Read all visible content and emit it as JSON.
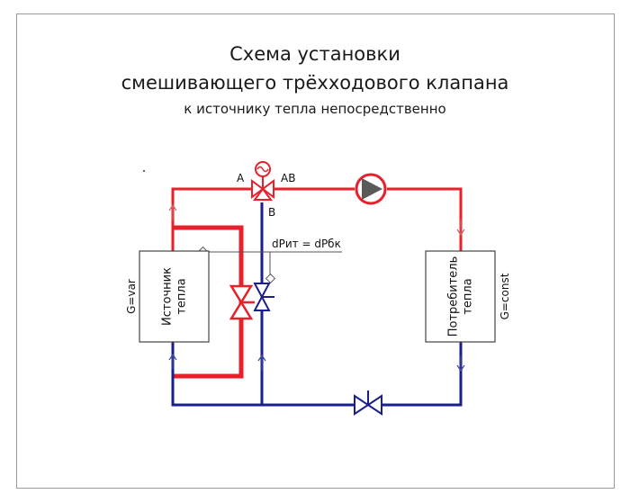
{
  "title": {
    "line1": "Схема установки",
    "line2": "смешивающего трёхходового клапана",
    "line3": "к источнику тепла непосредственно"
  },
  "source": {
    "name_line1": "Источник",
    "name_line2": "тепла",
    "flow_label": "G=var"
  },
  "consumer": {
    "name_line1": "Потребитель",
    "name_line2": "тепла",
    "flow_label": "G=const"
  },
  "valve": {
    "port_a": "A",
    "port_ab": "AB",
    "port_b": "B"
  },
  "pressure_label": "dPит = dPбк",
  "colors": {
    "supply": "#e8202a",
    "return": "#1a1f8c",
    "bypass": "#e8202a"
  },
  "icons": [
    "three-way-valve-icon",
    "actuator-icon",
    "pump-icon",
    "balancing-valve-icon",
    "shutoff-valve-icon",
    "flow-arrow-icon"
  ]
}
